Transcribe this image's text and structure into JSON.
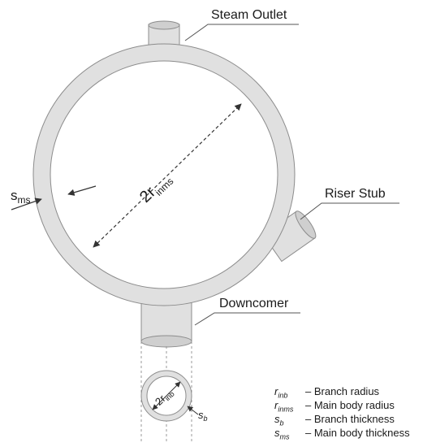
{
  "labels": {
    "steam_outlet": "Steam Outlet",
    "riser_stub": "Riser Stub",
    "downcomer": "Downcomer"
  },
  "dimensions": {
    "main_diameter": {
      "base": "2r",
      "sub": "inms"
    },
    "branch_diameter": {
      "base": "2r",
      "sub": "inb"
    },
    "main_thickness": {
      "base": "s",
      "sub": "ms"
    },
    "branch_thickness": {
      "base": "s",
      "sub": "b"
    }
  },
  "legend": [
    {
      "base": "r",
      "sub": "inb",
      "description": "– Branch radius"
    },
    {
      "base": "r",
      "sub": "inms",
      "description": "– Main body radius"
    },
    {
      "base": "s",
      "sub": "b",
      "description": "– Branch thickness"
    },
    {
      "base": "s",
      "sub": "ms",
      "description": "– Main body thickness"
    }
  ],
  "colors": {
    "pipe_fill": "#e0e0e0",
    "pipe_stroke": "#8c8c8c",
    "line": "#333333",
    "dashed": "#9a9a9a"
  }
}
